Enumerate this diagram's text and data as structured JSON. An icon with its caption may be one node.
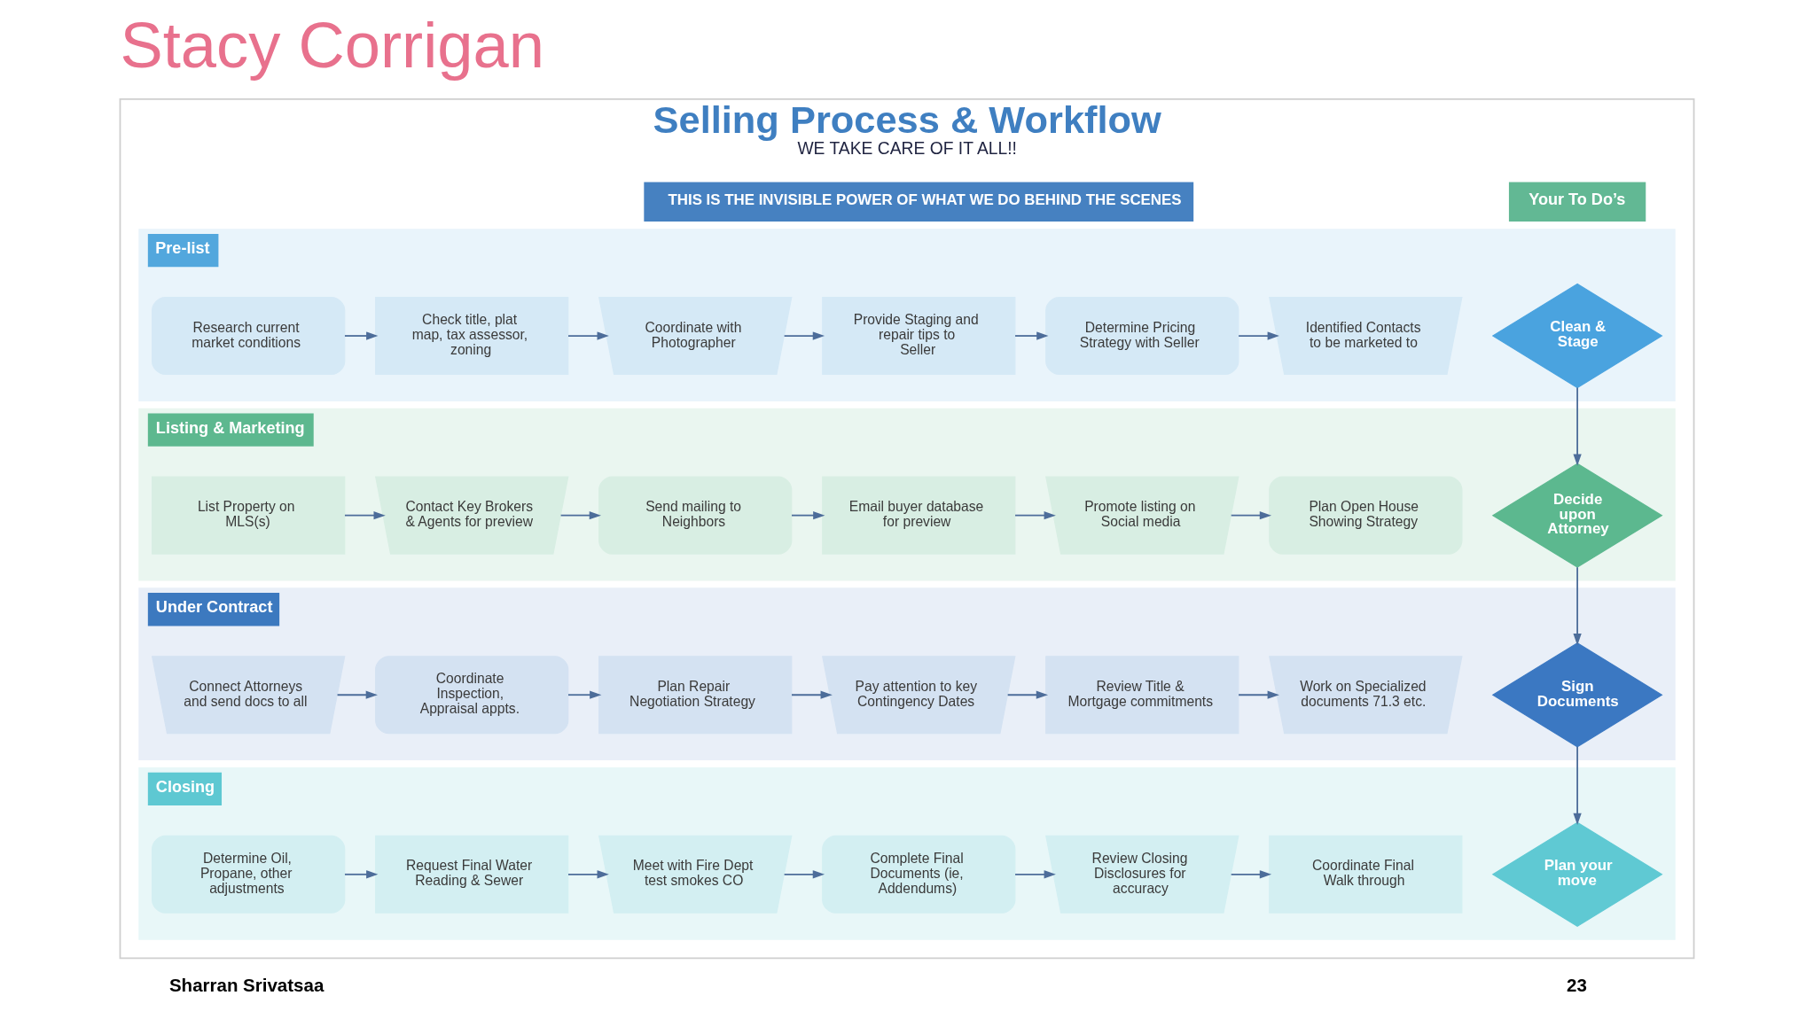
{
  "diagram": {
    "title": "Stacy Corrigan",
    "nodes": [
      {
        "text": [
          "Selling Process & Workflow",
          "WE TAKE CARE OF IT ALL!!"
        ]
      },
      {
        "text": [
          "THIS IS THE INVISIBLE POWER OF WHAT WE DO BEHIND THE SCENES"
        ],
        "in": 0
      },
      {
        "text": [
          "Your To Do’s"
        ],
        "in": 0
      },
      {
        "text": [
          "Pre-list"
        ],
        "in": 0
      },
      {
        "text": [
          "Research current market conditions"
        ],
        "in": 3
      },
      {
        "text": [
          "Check title, plat map, tax assessor, zoning"
        ],
        "in": 3
      },
      {
        "text": [
          "Coordinate with Photographer"
        ],
        "in": 3
      },
      {
        "text": [
          "Provide Staging and repair tips to Seller"
        ],
        "in": 3
      },
      {
        "text": [
          "Determine Pricing Strategy with Seller"
        ],
        "in": 3
      },
      {
        "text": [
          "Identified Contacts to be marketed to"
        ],
        "in": 3
      },
      {
        "text": [
          "Clean & Stage"
        ],
        "in": 3
      },
      {
        "text": [
          "Listing & Marketing"
        ],
        "in": 0
      },
      {
        "text": [
          "List Property on MLS(s)"
        ],
        "in": 11
      },
      {
        "text": [
          "Contact Key Brokers & Agents for preview"
        ],
        "in": 11
      },
      {
        "text": [
          "Send mailing to Neighbors"
        ],
        "in": 11
      },
      {
        "text": [
          "Email buyer database for preview"
        ],
        "in": 11
      },
      {
        "text": [
          "Promote listing on Social media"
        ],
        "in": 11
      },
      {
        "text": [
          "Plan Open House Showing Strategy"
        ],
        "in": 11
      },
      {
        "text": [
          "Decide upon Attorney"
        ],
        "in": 11
      },
      {
        "text": [
          "Under Contract"
        ],
        "in": 0
      },
      {
        "text": [
          "Connect Attorneys and send docs to all"
        ],
        "in": 19
      },
      {
        "text": [
          "Coordinate Inspection, Appraisal appts."
        ],
        "in": 19
      },
      {
        "text": [
          "Plan Repair Negotiation Strategy"
        ],
        "in": 19
      },
      {
        "text": [
          "Pay attention to key Contingency Dates"
        ],
        "in": 19
      },
      {
        "text": [
          "Review Title & Mortgage commitments"
        ],
        "in": 19
      },
      {
        "text": [
          "Work on Specialized documents 71.3 etc."
        ],
        "in": 19
      },
      {
        "text": [
          "Sign Documents"
        ],
        "in": 19
      },
      {
        "text": [
          "Closing"
        ],
        "in": 0
      },
      {
        "text": [
          "Determine Oil, Propane, other adjustments"
        ],
        "in": 27
      },
      {
        "text": [
          "Request Final Water Reading & Sewer"
        ],
        "in": 27
      },
      {
        "text": [
          "Meet with Fire Dept test smokes CO"
        ],
        "in": 27
      },
      {
        "text": [
          "Complete Final Documents (ie, Addendums)"
        ],
        "in": 27
      },
      {
        "text": [
          "Review Closing Disclosures for accuracy"
        ],
        "in": 27
      },
      {
        "text": [
          "Coordinate Final Walk through"
        ],
        "in": 27
      },
      {
        "text": [
          "Plan your move"
        ],
        "in": 27
      }
    ],
    "edges": [
      {
        "from": 4,
        "to": 5,
        "arrow": "to"
      },
      {
        "from": 5,
        "to": 6,
        "arrow": "to"
      },
      {
        "from": 6,
        "to": 7,
        "arrow": "to"
      },
      {
        "from": 7,
        "to": 8,
        "arrow": "to"
      },
      {
        "from": 8,
        "to": 9,
        "arrow": "to"
      },
      {
        "from": 10,
        "to": 18,
        "arrow": "to"
      },
      {
        "from": 12,
        "to": 13,
        "arrow": "to"
      },
      {
        "from": 13,
        "to": 14,
        "arrow": "to"
      },
      {
        "from": 14,
        "to": 15,
        "arrow": "to"
      },
      {
        "from": 15,
        "to": 16,
        "arrow": "to"
      },
      {
        "from": 16,
        "to": 17,
        "arrow": "to"
      },
      {
        "from": 18,
        "to": 26,
        "arrow": "to"
      },
      {
        "from": 20,
        "to": 21,
        "arrow": "to"
      },
      {
        "from": 21,
        "to": 22,
        "arrow": "to"
      },
      {
        "from": 22,
        "to": 23,
        "arrow": "to"
      },
      {
        "from": 23,
        "to": 24,
        "arrow": "to"
      },
      {
        "from": 24,
        "to": 25,
        "arrow": "to"
      },
      {
        "from": 26,
        "to": 34,
        "arrow": "to"
      },
      {
        "from": 28,
        "to": 29,
        "arrow": "to"
      },
      {
        "from": 29,
        "to": 30,
        "arrow": "to"
      },
      {
        "from": 30,
        "to": 31,
        "arrow": "to"
      },
      {
        "from": 31,
        "to": 32,
        "arrow": "to"
      },
      {
        "from": 32,
        "to": 33,
        "arrow": "to"
      }
    ],
    "labels": [
      "Sharran Srivatsaa",
      "23"
    ]
  }
}
